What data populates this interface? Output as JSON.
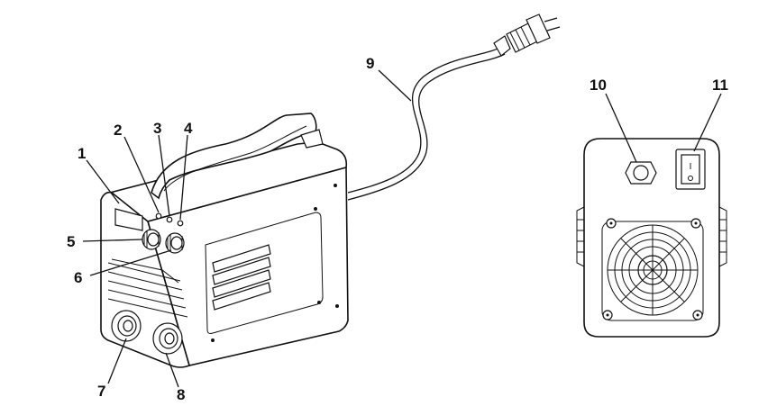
{
  "figure": {
    "callouts": [
      {
        "id": "c1",
        "number": "1"
      },
      {
        "id": "c2",
        "number": "2"
      },
      {
        "id": "c3",
        "number": "3"
      },
      {
        "id": "c4",
        "number": "4"
      },
      {
        "id": "c5",
        "number": "5"
      },
      {
        "id": "c6",
        "number": "6"
      },
      {
        "id": "c7",
        "number": "7"
      },
      {
        "id": "c8",
        "number": "8"
      },
      {
        "id": "c9",
        "number": "9"
      },
      {
        "id": "c10",
        "number": "10"
      },
      {
        "id": "c11",
        "number": "11"
      }
    ],
    "switch_symbol": "I"
  }
}
